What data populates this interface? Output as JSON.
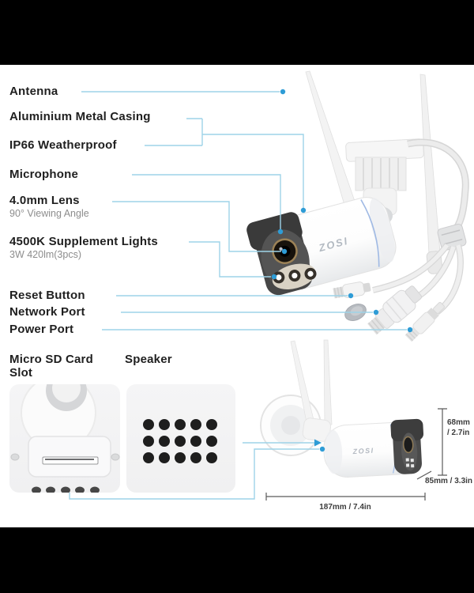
{
  "brand": "ZOSI",
  "callouts": {
    "antenna": "Antenna",
    "casing": "Aluminium Metal Casing",
    "weatherproof": "IP66 Weatherproof",
    "microphone": "Microphone",
    "lens": "4.0mm Lens",
    "lens_sub": "90° Viewing Angle",
    "lights": "4500K Supplement Lights",
    "lights_sub": "3W 420lm(3pcs)",
    "reset": "Reset Button",
    "network": "Network Port",
    "power": "Power Port",
    "sdcard": "Micro SD Card Slot",
    "speaker": "Speaker"
  },
  "dimensions": {
    "height_line1": "68mm",
    "height_line2": "/ 2.7in",
    "depth": "85mm / 3.3in",
    "length": "187mm / 7.4in"
  },
  "colors": {
    "leader_line": "#9ed3e8",
    "leader_dot": "#2e9cd6",
    "label_text": "#1f1f1f",
    "sub_text": "#8d8d8d",
    "dimension": "#4a4a4a",
    "body_accent": "#9fb9e4",
    "letterbox": "#000000",
    "background": "#ffffff"
  }
}
